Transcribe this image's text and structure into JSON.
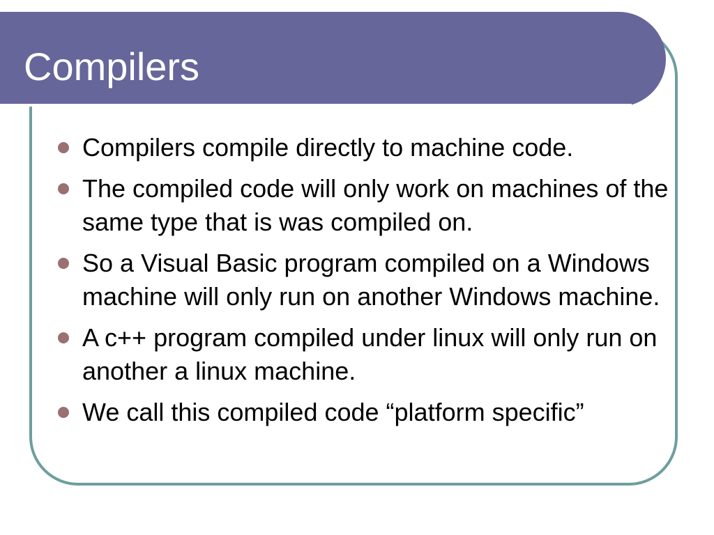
{
  "slide": {
    "title": "Compilers",
    "bullets": [
      {
        "text": "Compilers compile directly to machine code."
      },
      {
        "text": "The compiled code will only work on machines of the same type that is was compiled on."
      },
      {
        "text": "So a Visual Basic program compiled on a Windows machine will only run on another Windows machine."
      },
      {
        "text": "A c++ program compiled under linux will only run on another a linux machine."
      },
      {
        "text": "We call this compiled code “platform specific”"
      }
    ]
  },
  "colors": {
    "title_bar": "#66669a",
    "frame_border": "#6f9e9e",
    "bullet": "#9a7070",
    "title_text": "#ffffff",
    "body_text": "#000000"
  }
}
